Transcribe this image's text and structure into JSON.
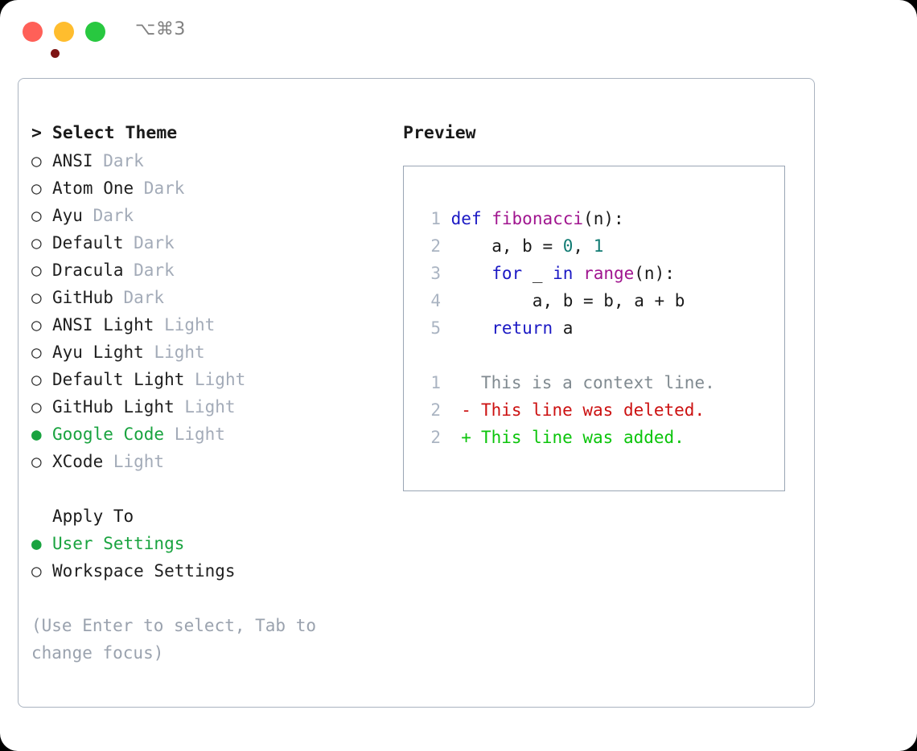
{
  "window": {
    "shortcut": "⌥⌘3",
    "traffic_lights": [
      {
        "name": "close",
        "color": "#ff6058"
      },
      {
        "name": "minimize",
        "color": "#ffbd2e"
      },
      {
        "name": "maximize",
        "color": "#28c840"
      }
    ]
  },
  "theme_picker": {
    "header": "> Select Theme",
    "selected_marker": "●",
    "unselected_marker": "○",
    "items": [
      {
        "name": "ANSI",
        "kind": "Dark",
        "selected": false
      },
      {
        "name": "Atom One",
        "kind": "Dark",
        "selected": false
      },
      {
        "name": "Ayu",
        "kind": "Dark",
        "selected": false
      },
      {
        "name": "Default",
        "kind": "Dark",
        "selected": false
      },
      {
        "name": "Dracula",
        "kind": "Dark",
        "selected": false
      },
      {
        "name": "GitHub",
        "kind": "Dark",
        "selected": false
      },
      {
        "name": "ANSI Light",
        "kind": "Light",
        "selected": false
      },
      {
        "name": "Ayu Light",
        "kind": "Light",
        "selected": false
      },
      {
        "name": "Default Light",
        "kind": "Light",
        "selected": false
      },
      {
        "name": "GitHub Light",
        "kind": "Light",
        "selected": false
      },
      {
        "name": "Google Code",
        "kind": "Light",
        "selected": true
      },
      {
        "name": "XCode",
        "kind": "Light",
        "selected": false
      }
    ]
  },
  "apply_to": {
    "header": "Apply To",
    "options": [
      {
        "label": "User Settings",
        "selected": true
      },
      {
        "label": "Workspace Settings",
        "selected": false
      }
    ]
  },
  "hint": "(Use Enter to select, Tab to change focus)",
  "preview": {
    "header": "Preview",
    "code_lines": [
      {
        "no": "1",
        "tokens": [
          {
            "t": "def",
            "c": "kw"
          },
          {
            "t": " ",
            "c": "code"
          },
          {
            "t": "fibonacci",
            "c": "fn"
          },
          {
            "t": "(n):",
            "c": "code"
          }
        ]
      },
      {
        "no": "2",
        "tokens": [
          {
            "t": "    a, b = ",
            "c": "code"
          },
          {
            "t": "0",
            "c": "num"
          },
          {
            "t": ", ",
            "c": "code"
          },
          {
            "t": "1",
            "c": "num"
          }
        ]
      },
      {
        "no": "3",
        "tokens": [
          {
            "t": "    ",
            "c": "code"
          },
          {
            "t": "for",
            "c": "kw"
          },
          {
            "t": " _ ",
            "c": "code"
          },
          {
            "t": "in",
            "c": "kw"
          },
          {
            "t": " ",
            "c": "code"
          },
          {
            "t": "range",
            "c": "fn"
          },
          {
            "t": "(n):",
            "c": "code"
          }
        ]
      },
      {
        "no": "4",
        "tokens": [
          {
            "t": "        a, b = b, a + b",
            "c": "code"
          }
        ]
      },
      {
        "no": "5",
        "tokens": [
          {
            "t": "    ",
            "c": "code"
          },
          {
            "t": "return",
            "c": "kw"
          },
          {
            "t": " a",
            "c": "code"
          }
        ]
      }
    ],
    "diff_lines": [
      {
        "no": "1",
        "sign": " ",
        "text": " This is a context line.",
        "kind": "ctx"
      },
      {
        "no": "2",
        "sign": "-",
        "text": " This line was deleted.",
        "kind": "del"
      },
      {
        "no": "2",
        "sign": "+",
        "text": " This line was added.",
        "kind": "add"
      }
    ]
  },
  "colors": {
    "accent_green": "#19a33f",
    "dim_gray": "#a3abb8",
    "keyword_blue": "#1b19c4",
    "function_magenta": "#a0158f",
    "number_teal": "#117b73",
    "diff_deleted": "#cc1111",
    "diff_added": "#0bc40b",
    "border": "#9aa5b4"
  }
}
